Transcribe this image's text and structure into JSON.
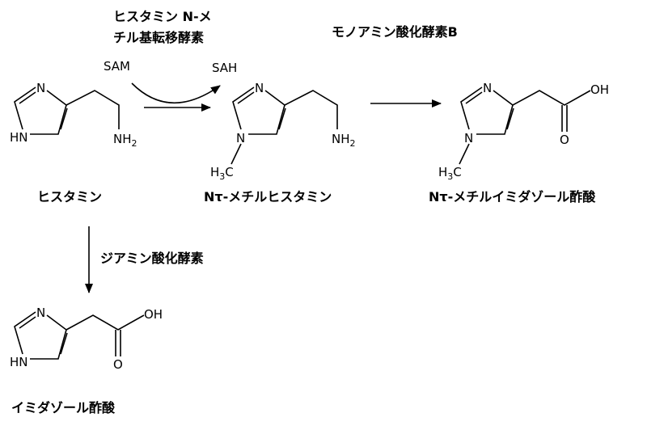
{
  "enzymes": {
    "hnmt_line1": "ヒスタミン N-メ",
    "hnmt_line2": "チル基転移酵素",
    "maob": "モノアミン酸化酵素B",
    "dao": "ジアミン酸化酵素"
  },
  "cofactors": {
    "sam": "SAM",
    "sah": "SAH"
  },
  "compounds": {
    "histamine": "ヒスタミン",
    "methylhistamine": "Nτ-メチルヒスタミン",
    "methylimidazoleacetic": "Nτ-メチルイミダゾール酢酸",
    "imidazoleacetic": "イミダゾール酢酸"
  },
  "atoms": {
    "N": "N",
    "HN": "HN",
    "NH": "NH",
    "two": "2",
    "H": "H",
    "three": "3",
    "C": "C",
    "OH": "OH",
    "O": "O"
  }
}
